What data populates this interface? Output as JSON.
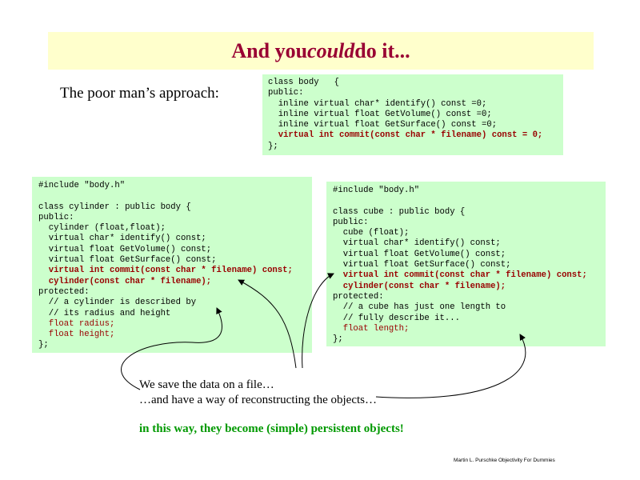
{
  "title": {
    "before": "And you ",
    "emphasis": "could",
    "after": " do it..."
  },
  "subtitle": "The poor man’s approach:",
  "body_code": [
    {
      "text": "class body   {",
      "style": "normal"
    },
    {
      "text": "public:",
      "style": "normal"
    },
    {
      "text": "  inline virtual char* identify() const =0;",
      "style": "normal"
    },
    {
      "text": "  inline virtual float GetVolume() const =0;",
      "style": "normal"
    },
    {
      "text": "  inline virtual float GetSurface() const =0;",
      "style": "normal"
    },
    {
      "text": "  virtual int commit(const char * filename) const = 0;",
      "style": "highlight"
    },
    {
      "text": "};",
      "style": "normal"
    }
  ],
  "cylinder_code": [
    {
      "text": "#include \"body.h\"",
      "style": "normal"
    },
    {
      "text": "",
      "style": "normal"
    },
    {
      "text": "class cylinder : public body {",
      "style": "normal"
    },
    {
      "text": "public:",
      "style": "normal"
    },
    {
      "text": "  cylinder (float,float);",
      "style": "normal"
    },
    {
      "text": "  virtual char* identify() const;",
      "style": "normal"
    },
    {
      "text": "  virtual float GetVolume() const;",
      "style": "normal"
    },
    {
      "text": "  virtual float GetSurface() const;",
      "style": "normal"
    },
    {
      "text": "  virtual int commit(const char * filename) const;",
      "style": "highlight"
    },
    {
      "text": "  cylinder(const char * filename);",
      "style": "highlight"
    },
    {
      "text": "protected:",
      "style": "normal"
    },
    {
      "text": "  // a cylinder is described by",
      "style": "normal"
    },
    {
      "text": "  // its radius and height",
      "style": "normal"
    },
    {
      "text": "  float radius;",
      "style": "member"
    },
    {
      "text": "  float height;",
      "style": "member"
    },
    {
      "text": "};",
      "style": "normal"
    }
  ],
  "cube_code": [
    {
      "text": "#include \"body.h\"",
      "style": "normal"
    },
    {
      "text": "",
      "style": "normal"
    },
    {
      "text": "class cube : public body {",
      "style": "normal"
    },
    {
      "text": "public:",
      "style": "normal"
    },
    {
      "text": "  cube (float);",
      "style": "normal"
    },
    {
      "text": "  virtual char* identify() const;",
      "style": "normal"
    },
    {
      "text": "  virtual float GetVolume() const;",
      "style": "normal"
    },
    {
      "text": "  virtual float GetSurface() const;",
      "style": "normal"
    },
    {
      "text": "  virtual int commit(const char * filename) const;",
      "style": "highlight"
    },
    {
      "text": "  cylinder(const char * filename);",
      "style": "highlight"
    },
    {
      "text": "protected:",
      "style": "normal"
    },
    {
      "text": "  // a cube has just one length to",
      "style": "normal"
    },
    {
      "text": "  // fully describe it...",
      "style": "normal"
    },
    {
      "text": "  float length;",
      "style": "member"
    },
    {
      "text": "};",
      "style": "normal"
    }
  ],
  "caption": {
    "line1": "We save the data on a file…",
    "line2": "…and have a way of reconstructing the objects…"
  },
  "conclusion": "in this way, they become (simple) persistent objects!",
  "footer": "Martin L. Purschke Objectivity For Dummies",
  "colors": {
    "title": "#990033",
    "title_banner": "#ffffcc",
    "code_background": "#ccffcc",
    "code_highlight": "#990000",
    "conclusion": "#009900"
  }
}
